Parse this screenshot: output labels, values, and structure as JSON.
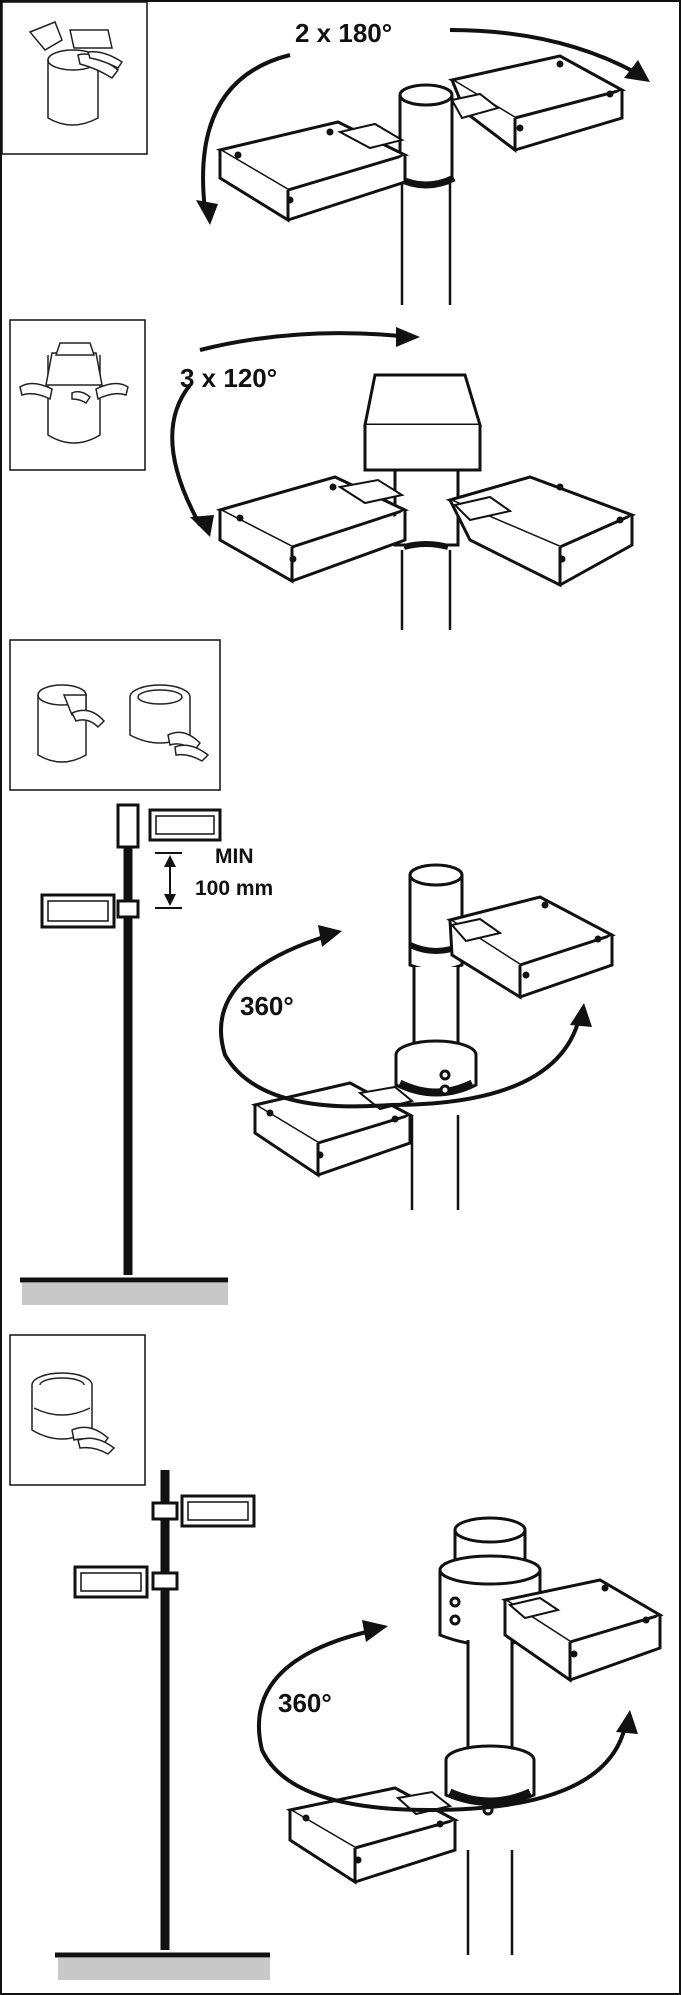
{
  "labels": {
    "rot_2x180": "2 x 180°",
    "rot_3x120": "3 x 120°",
    "min_label": "MIN",
    "min_value": "100 mm",
    "rot_360_a": "360°",
    "rot_360_b": "360°"
  },
  "colors": {
    "ink": "#111111",
    "paper": "#ffffff",
    "ground": "#c8c8c8"
  },
  "icons": [
    "single-clamp-icon",
    "triple-clamp-icon",
    "pole-cap-icon",
    "ring-clamp-icon",
    "double-ring-clamp-icon"
  ]
}
